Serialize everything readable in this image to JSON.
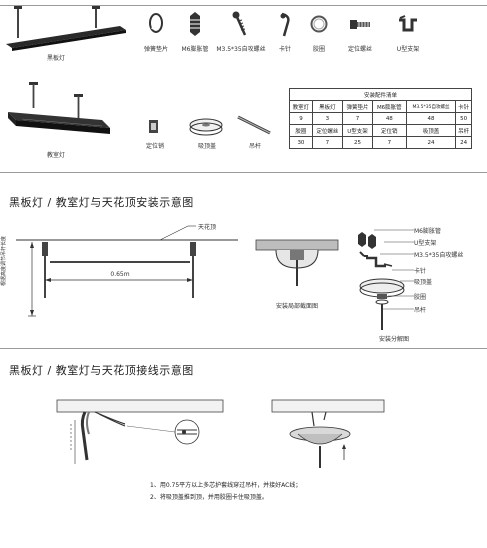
{
  "products": {
    "blackboard_lamp": "黑板灯",
    "classroom_lamp": "教室灯"
  },
  "accessories": {
    "spring_washer": "弹簧垫片",
    "m6_anchor": "M6膨胀管",
    "screw": "M3.5*35自攻螺丝",
    "pin": "卡针",
    "gasket": "胶圈",
    "locating_screw": "定位螺丝",
    "u_bracket": "U型支架",
    "locating_pin": "定位销",
    "ceiling_cover": "吸顶盖",
    "rod": "吊杆"
  },
  "parts_table": {
    "title": "安装配件清单",
    "header1": [
      "教室灯",
      "黑板灯",
      "弹簧垫片",
      "M6膨胀管",
      "M3.5*35自攻螺丝",
      "卡针"
    ],
    "row1": [
      "9",
      "3",
      "7",
      "48",
      "48",
      "50"
    ],
    "header2": [
      "胶圈",
      "定位螺丝",
      "U型支架",
      "定位销",
      "吸顶盖",
      "吊杆"
    ],
    "row2": [
      "30",
      "7",
      "25",
      "7",
      "24",
      "24"
    ]
  },
  "install_section": {
    "title": "黑板灯 / 教室灯与天花顶安装示意图",
    "ceiling_label": "天花顶",
    "height_label": "根据高度调节吊杆长度",
    "distance_label": "0.65m",
    "detail_label": "安装局部截面图",
    "exploded_label": "安装分解图",
    "callouts": [
      "M6膨胀管",
      "U型支架",
      "M3.5*35自攻螺丝",
      "卡针",
      "吸顶盖",
      "胶圈",
      "吊杆"
    ]
  },
  "wiring_section": {
    "title": "黑板灯 / 教室灯与天花顶接线示意图",
    "notes": [
      "1、用0.75平方以上多芯护套线穿过吊杆，并接好AC线；",
      "2、将吸顶盖推到顶，并用胶圈卡住吸顶盖。"
    ]
  }
}
